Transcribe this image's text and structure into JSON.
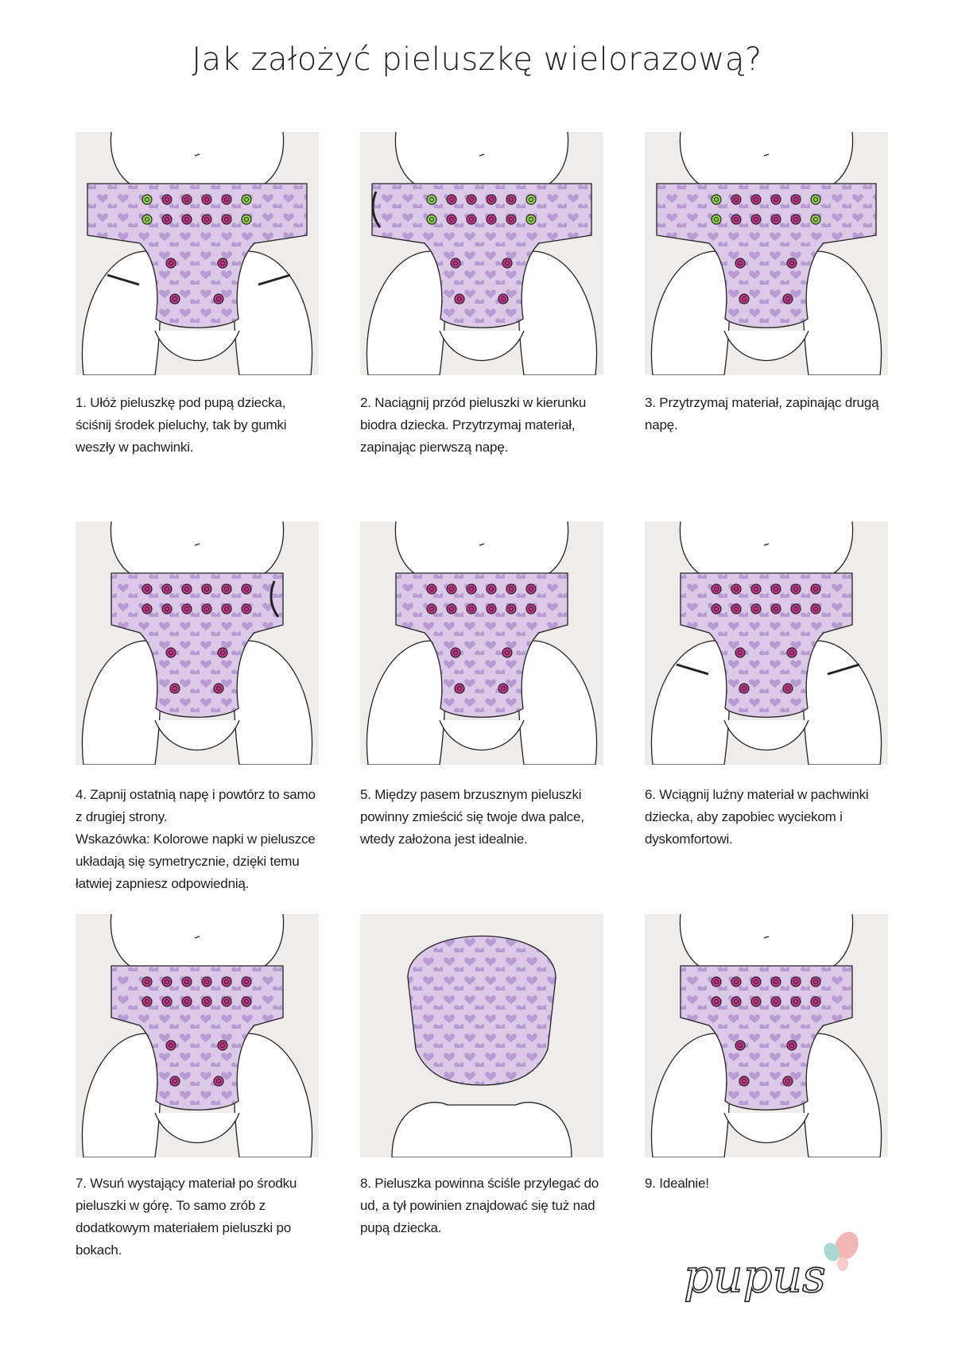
{
  "title": "Jak założyć pieluszkę wielorazową?",
  "steps": [
    {
      "text": "1. Ułóż pieluszkę pod pupą dziecka, ściśnij środek pieluchy, tak by gumki weszły w pachwinki."
    },
    {
      "text": "2.  Naciągnij przód pieluszki w kierunku biodra dziecka. Przytrzymaj materiał, zapinając pierwszą napę."
    },
    {
      "text": "3. Przytrzymaj materiał, zapinając drugą napę."
    },
    {
      "text": "4. Zapnij ostatnią napę i powtórz to samo z drugiej strony.",
      "tip": "Wskazówka: Kolorowe napki w pieluszce układają się symetrycznie, dzięki temu łatwiej zapniesz odpowiednią."
    },
    {
      "text": "5. Między pasem brzusznym pieluszki powinny zmieścić się twoje dwa palce, wtedy założona jest idealnie."
    },
    {
      "text": "6. Wciągnij luźny materiał w pachwinki dziecka, aby zapobiec wyciekom i dyskomfortowi."
    },
    {
      "text": "7. Wsuń wystający materiał po środku pieluszki w górę. To samo zrób z dodatkowym materiałem pieluszki po bokach."
    },
    {
      "text": "8.  Pieluszka powinna ściśle przylegać do ud, a tył powinien znajdować się tuż nad pupą dziecka."
    },
    {
      "text": "9. Idealnie!"
    }
  ],
  "logo": {
    "text": "pupus"
  },
  "colors": {
    "panel_bg": "#efecec",
    "diaper": "#dcc9e8",
    "heart": "#b99bd3",
    "snap_pink": "#c2368a",
    "snap_green": "#8fd14f"
  }
}
